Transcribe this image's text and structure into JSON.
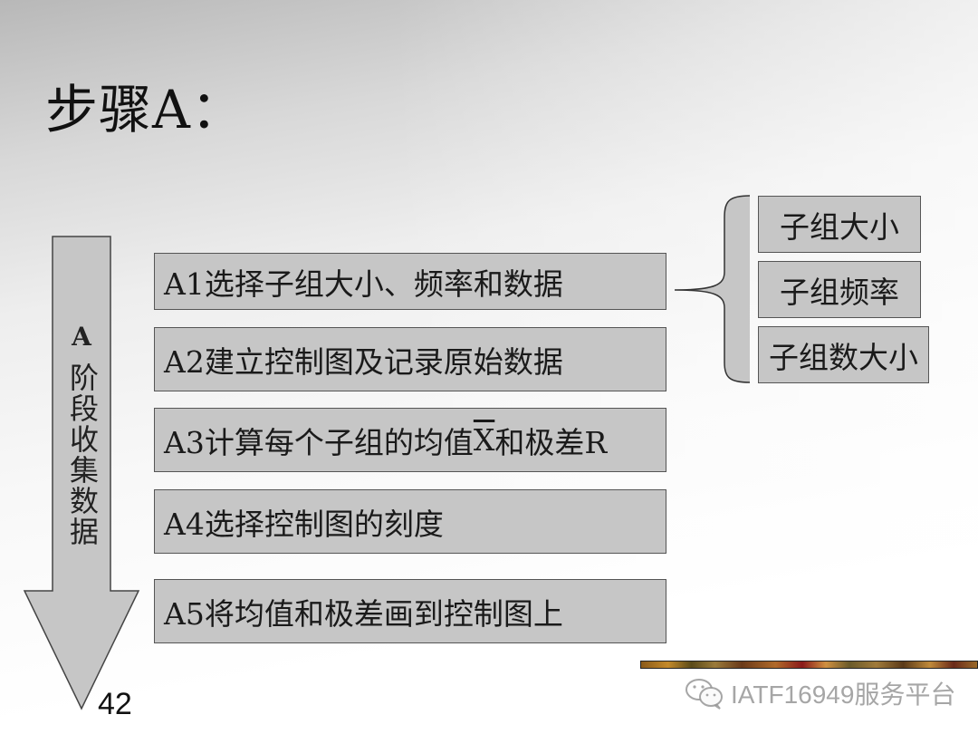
{
  "slide": {
    "title": "步骤A：",
    "page_number": "42"
  },
  "phase_arrow": {
    "letter": "A",
    "text": "阶段收集数据",
    "fill": "#c6c6c6",
    "stroke": "#444444"
  },
  "steps": [
    {
      "id": "A1",
      "label": "A1选择子组大小、频率和数据"
    },
    {
      "id": "A2",
      "label": "A2建立控制图及记录原始数据"
    },
    {
      "id": "A3",
      "label_before": "A3计算每个子组的均值",
      "xbar": "X",
      "label_after": "和极差R"
    },
    {
      "id": "A4",
      "label": "A4选择控制图的刻度"
    },
    {
      "id": "A5",
      "label": "A5将均值和极差画到控制图上"
    }
  ],
  "sub_items": [
    {
      "label": "子组大小"
    },
    {
      "label": "子组频率"
    },
    {
      "label": "子组数大小"
    }
  ],
  "footer": {
    "watermark_icon": "wechat-icon",
    "watermark_text": "IATF16949服务平台"
  },
  "colors": {
    "box_fill": "#c6c6c6",
    "box_border": "#555555",
    "text": "#1a1a1a"
  }
}
